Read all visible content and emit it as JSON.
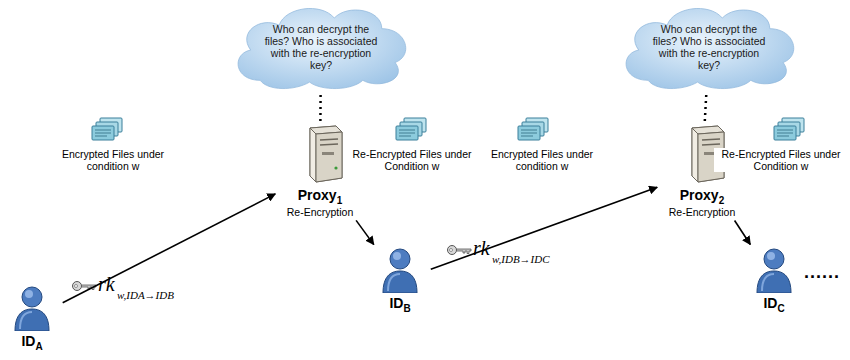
{
  "diagram": {
    "nodes": [
      {
        "text": [
          "Who can decrypt the files? Who is associated with the re-encryption key?"
        ]
      },
      {
        "text": [
          "Who can decrypt the files? Who is associated with the re-encryption key?"
        ]
      },
      {
        "text": [
          "ID",
          "A"
        ]
      },
      {
        "text": [
          "Proxy",
          "1",
          "Re-Encryption"
        ]
      },
      {
        "text": [
          "ID",
          "B"
        ]
      },
      {
        "text": [
          "Proxy",
          "2",
          "Re-Encryption"
        ]
      },
      {
        "text": [
          "ID",
          "C"
        ]
      }
    ],
    "edges": [
      {
        "from": 2,
        "to": 3,
        "arrow": "to",
        "label": "Encrypted Files under condition w"
      },
      {
        "from": 3,
        "to": 4,
        "arrow": "to",
        "label": "Re-Encrypted Files under Condition w"
      },
      {
        "from": 4,
        "to": 5,
        "arrow": "to",
        "label": "Encrypted Files under condition w"
      },
      {
        "from": 5,
        "to": 6,
        "arrow": "to",
        "label": "Re-Encrypted Files under Condition w"
      },
      {
        "from": 3,
        "to": 0,
        "arrow": "none"
      },
      {
        "from": 5,
        "to": 1,
        "arrow": "none"
      }
    ],
    "labels": [
      "rk",
      "w,IDA→IDB",
      "rk",
      "w,IDB→IDC",
      "......"
    ]
  }
}
